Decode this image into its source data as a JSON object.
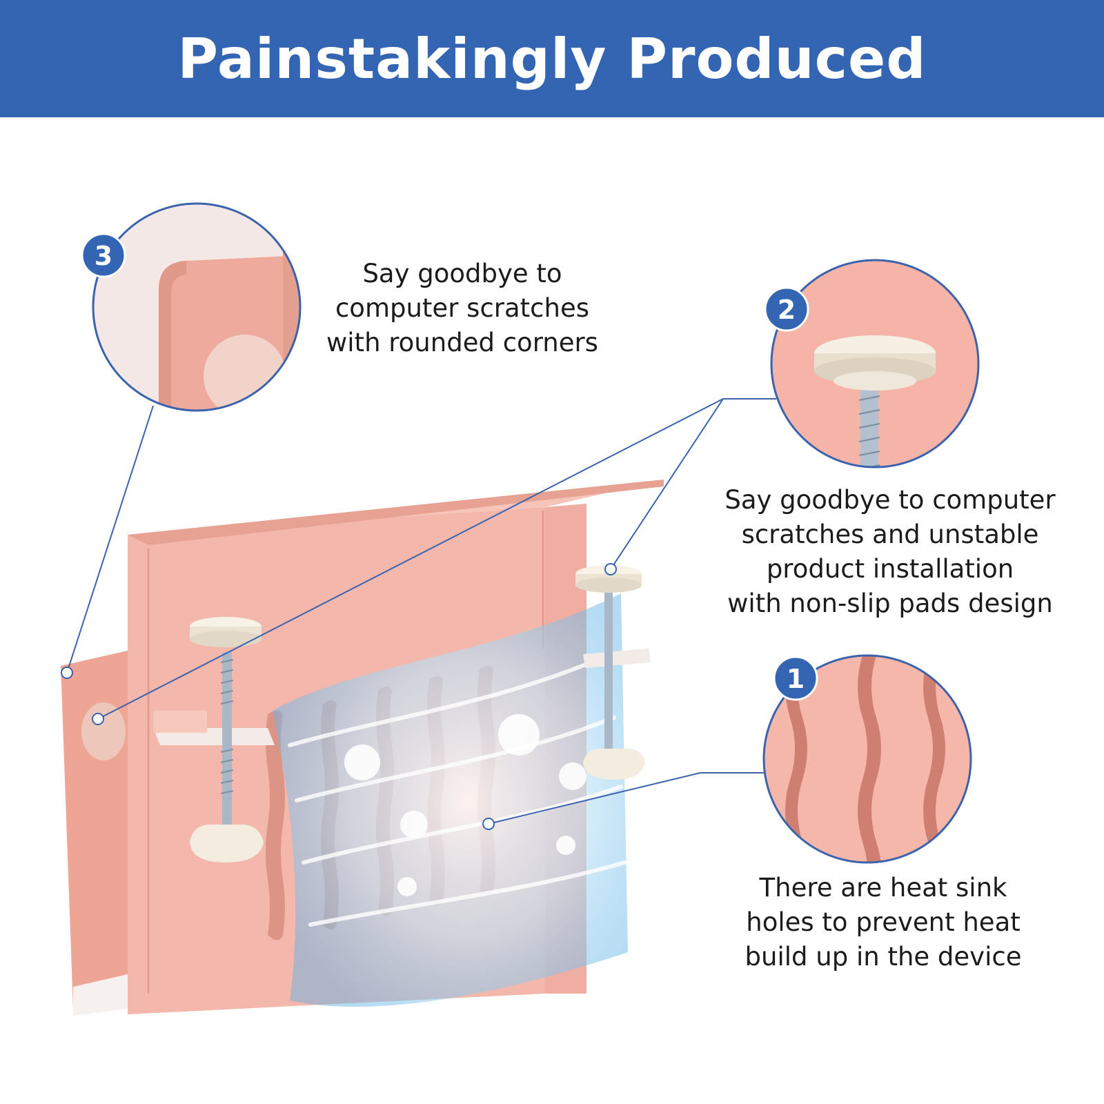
{
  "banner": {
    "title": "Painstakingly Produced",
    "color": "#3365b3"
  },
  "colors": {
    "accent": "#3a62ad",
    "product_pink": "#f4b7ab",
    "product_pink_dark": "#e39f95",
    "airflow_blue": "#7fc3ec"
  },
  "features": [
    {
      "number": "1",
      "lines": [
        "There are heat sink",
        "holes to prevent heat",
        "build up in the device"
      ]
    },
    {
      "number": "2",
      "lines": [
        "Say goodbye to computer",
        "scratches and unstable",
        "product installation",
        "with non-slip pads design"
      ]
    },
    {
      "number": "3",
      "lines": [
        "Say goodbye to",
        "computer scratches",
        "with rounded corners"
      ]
    }
  ]
}
